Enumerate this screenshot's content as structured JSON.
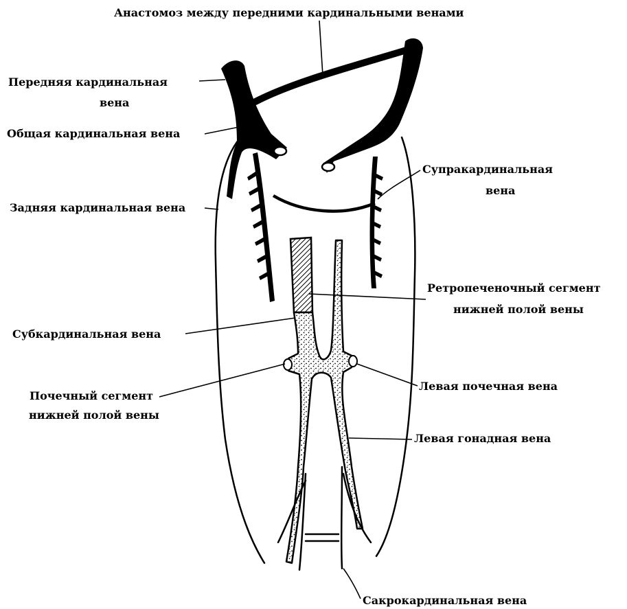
{
  "labels": {
    "anastomosis": "Анастомоз между передними кардинальными венами",
    "anterior_l1": "Передняя  кардинальная",
    "anterior_l2": "вена",
    "common": "Общая кардинальная вена",
    "supracardinal_l1": "Супракардинальная",
    "supracardinal_l2": "вена",
    "posterior": "Задняя кардинальная вена",
    "retrohepatic_l1": "Ретропеченочный сегмент",
    "retrohepatic_l2": "нижней полой вены",
    "subcardinal": "Субкардинальная вена",
    "renal_segment_l1": "Почечный сегмент",
    "renal_segment_l2": "нижней полой вены",
    "left_renal": "Левая почечная вена",
    "left_gonadal": "Левая гонадная вена",
    "sacrocardinal": "Сакрокардинальная вена"
  }
}
